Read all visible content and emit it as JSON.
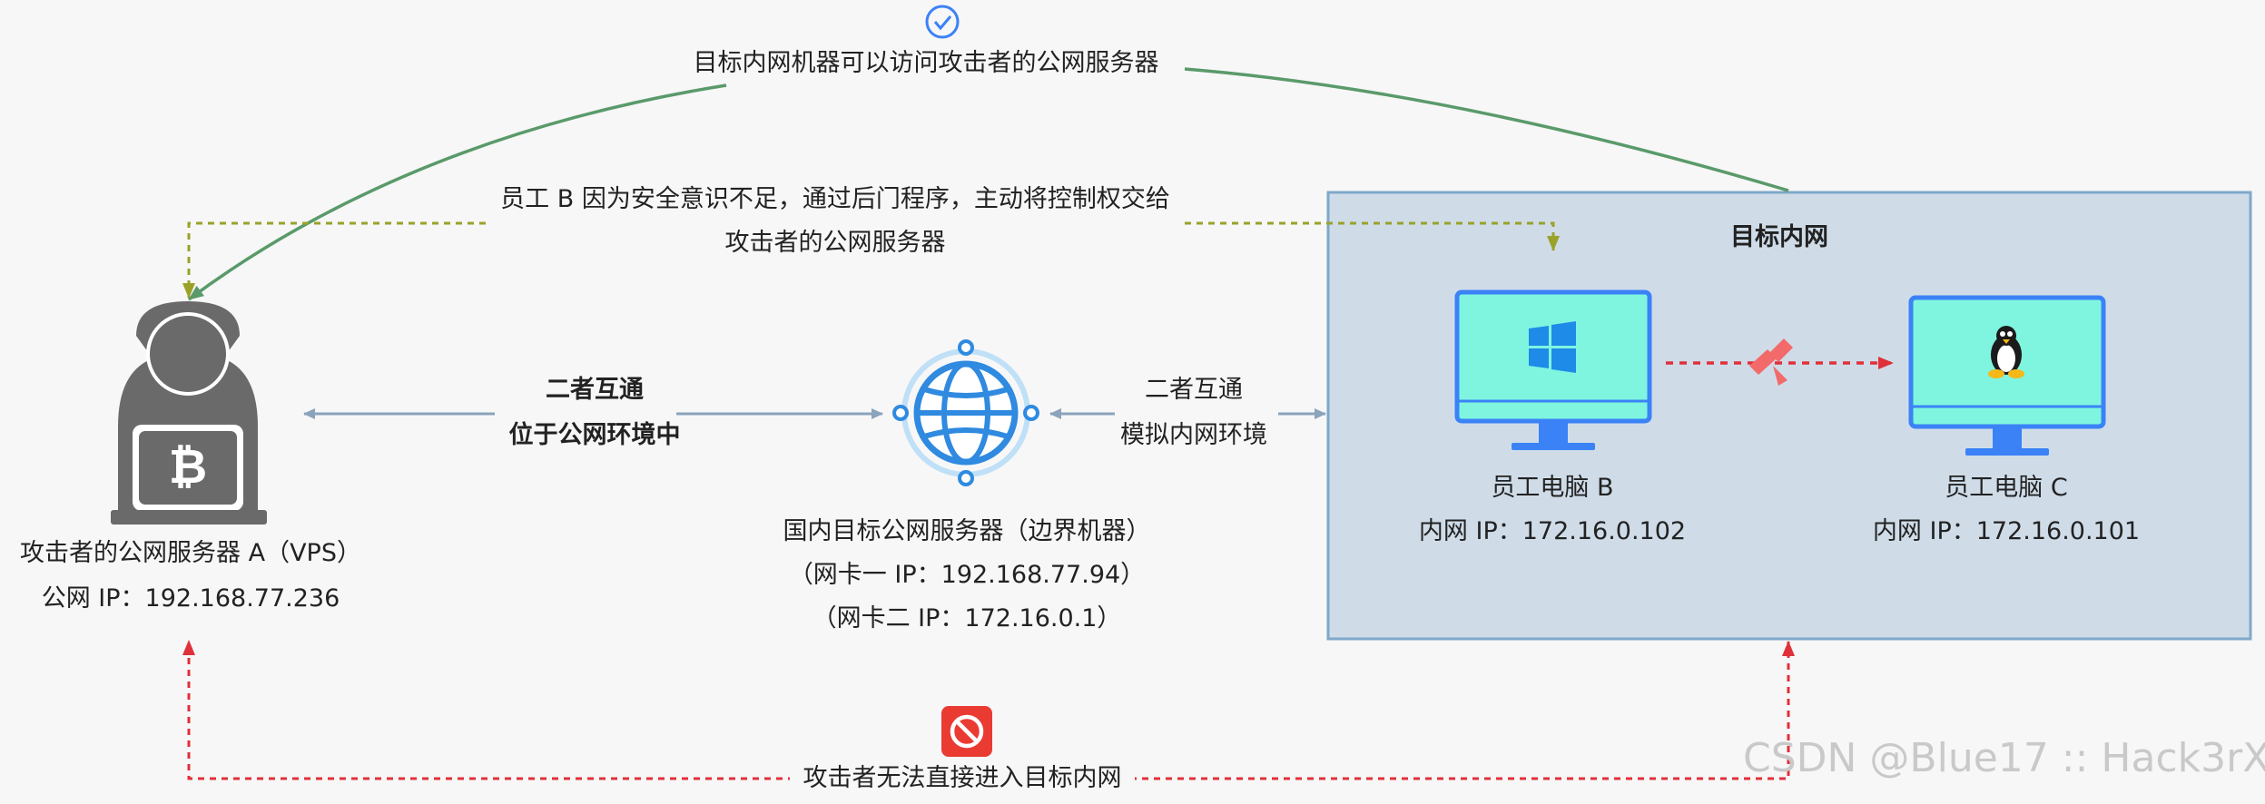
{
  "top_annotation": {
    "text": "目标内网机器可以访问攻击者的公网服务器",
    "icon": "check-circle-icon"
  },
  "backdoor_annotation": {
    "line1": "员工 B 因为安全意识不足，通过后门程序，主动将控制权交给",
    "line2": "攻击者的公网服务器"
  },
  "attacker": {
    "name": "攻击者的公网服务器 A（VPS）",
    "ip": "公网 IP：192.168.77.236",
    "icon": "hacker-laptop-bitcoin-icon"
  },
  "link_left": {
    "line1": "二者互通",
    "line2": "位于公网环境中"
  },
  "server": {
    "name": "国内目标公网服务器（边界机器）",
    "nic1": "（网卡一 IP：192.168.77.94）",
    "nic2": "（网卡二 IP：172.16.0.1）",
    "icon": "globe-network-icon"
  },
  "link_right": {
    "line1": "二者互通",
    "line2": "模拟内网环境"
  },
  "intranet": {
    "title": "目标内网",
    "pc_b": {
      "name": "员工电脑 B",
      "ip": "内网 IP：172.16.0.102",
      "icon": "windows-monitor-icon"
    },
    "pc_c": {
      "name": "员工电脑 C",
      "ip": "内网 IP：172.16.0.101",
      "icon": "linux-monitor-icon"
    }
  },
  "bottom_annotation": {
    "text": "攻击者无法直接进入目标内网",
    "icon": "forbidden-icon"
  },
  "watermark": "CSDN @Blue17 :: Hack3rX",
  "colors": {
    "green": "#5a9a6a",
    "olive": "#9aa22a",
    "red": "#e0303a",
    "gray_blue": "#8ba3bb",
    "intranet_fill": "#cfdce8",
    "intranet_border": "#7fa8c9",
    "screen": "#7ff5e0",
    "monitor": "#3b82f6"
  }
}
